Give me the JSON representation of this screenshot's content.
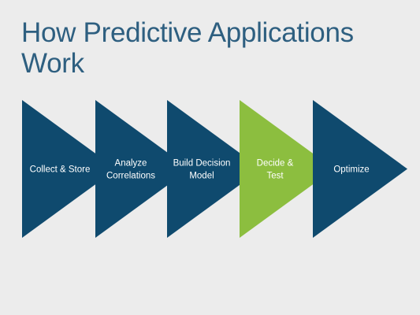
{
  "slide": {
    "title": "How Predictive Applications Work"
  },
  "colors": {
    "background": "#ececec",
    "title": "#2e5f80",
    "step_default": "#0f4a6e",
    "step_highlight": "#8cbe3f",
    "step_text": "#ffffff"
  },
  "flow": {
    "steps": [
      {
        "lines": [
          "Collect & Store"
        ],
        "highlighted": false
      },
      {
        "lines": [
          "Analyze",
          "Correlations"
        ],
        "highlighted": false
      },
      {
        "lines": [
          "Build Decision",
          "Model"
        ],
        "highlighted": false
      },
      {
        "lines": [
          "Decide &",
          "Test"
        ],
        "highlighted": true
      },
      {
        "lines": [
          "Optimize"
        ],
        "highlighted": false
      }
    ]
  }
}
